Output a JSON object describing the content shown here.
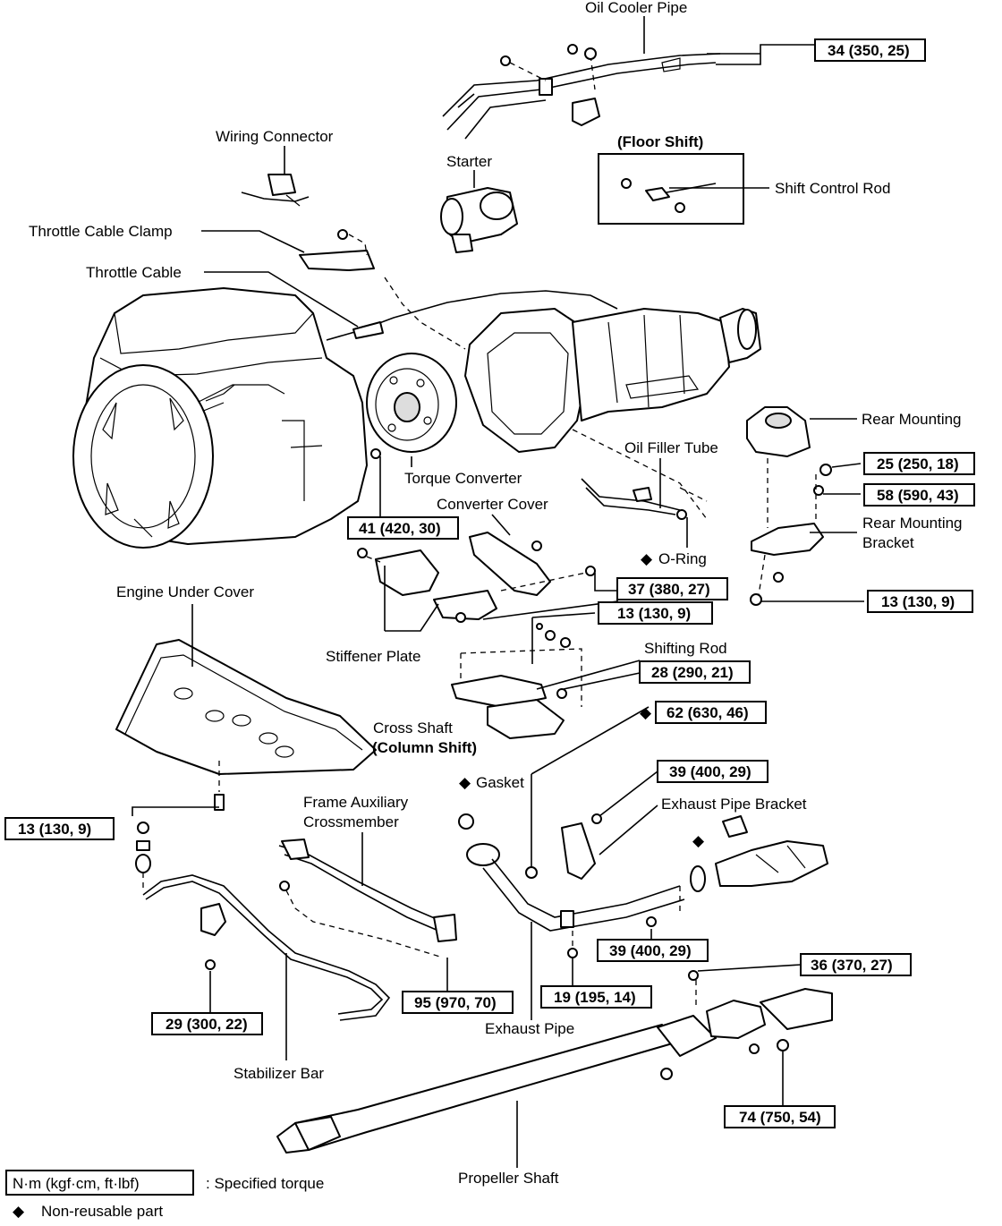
{
  "labels": {
    "oil_cooler_pipe": "Oil Cooler Pipe",
    "floor_shift": "(Floor Shift)",
    "shift_control_rod": "Shift Control Rod",
    "wiring_connector": "Wiring Connector",
    "starter": "Starter",
    "throttle_cable_clamp": "Throttle Cable Clamp",
    "throttle_cable": "Throttle Cable",
    "rear_mounting": "Rear Mounting",
    "oil_filler_tube": "Oil Filler Tube",
    "torque_converter": "Torque Converter",
    "converter_cover": "Converter Cover",
    "rear_mounting_bracket_1": "Rear Mounting",
    "rear_mounting_bracket_2": "Bracket",
    "o_ring": "O-Ring",
    "engine_under_cover": "Engine Under Cover",
    "shifting_rod": "Shifting Rod",
    "stiffener_plate": "Stiffener Plate",
    "cross_shaft": "Cross Shaft",
    "column_shift": "(Column Shift)",
    "gasket": "Gasket",
    "frame_aux_1": "Frame Auxiliary",
    "frame_aux_2": "Crossmember",
    "exhaust_pipe_bracket": "Exhaust Pipe Bracket",
    "exhaust_pipe": "Exhaust Pipe",
    "stabilizer_bar": "Stabilizer Bar",
    "propeller_shaft": "Propeller Shaft"
  },
  "torques": {
    "oil_cooler": "34 (350, 25)",
    "rear_mount": "25 (250, 18)",
    "bracket_upper": "58 (590, 43)",
    "bracket_lower": "13 (130, 9)",
    "converter_bolt": "41 (420, 30)",
    "stiffener": "37 (380, 27)",
    "shift_13": "13 (130, 9)",
    "shifting_rod": "28 (290, 21)",
    "exhaust_flange": "62 (630, 46)",
    "bracket_39a": "39 (400, 29)",
    "under_cover": "13 (130, 9)",
    "bracket_39b": "39 (400, 29)",
    "prop_36": "36 (370, 27)",
    "stab_29": "29 (300, 22)",
    "crossmember_95": "95 (970, 70)",
    "exhaust_19": "19 (195, 14)",
    "prop_74": "74 (750, 54)"
  },
  "symbols": {
    "non_reusable": "◆"
  },
  "legend": {
    "unit_box": "N·m (kgf·cm, ft·lbf)",
    "specified": ":  Specified torque",
    "non_reusable": "Non-reusable part"
  }
}
